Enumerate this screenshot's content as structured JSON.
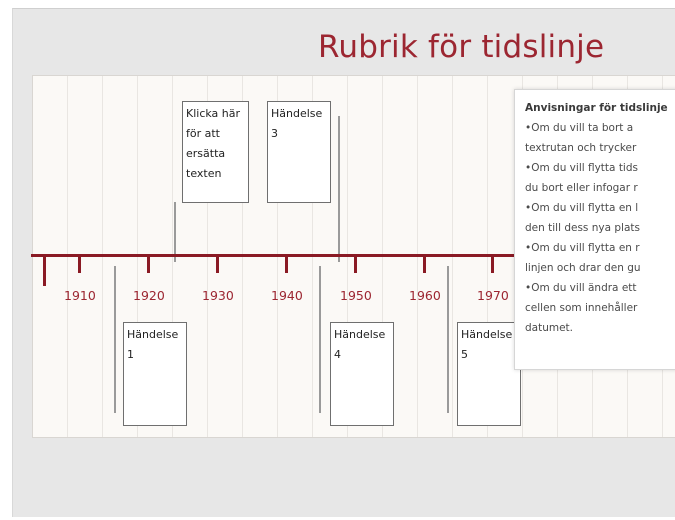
{
  "title": "Rubrik för tidslinje",
  "axis_years": [
    "1910",
    "1920",
    "1930",
    "1940",
    "1950",
    "1960",
    "1970"
  ],
  "events": {
    "e0": "Klicka här för att ersätta texten",
    "e3": "Händelse 3",
    "e1": "Händelse 1",
    "e4": "Händelse 4",
    "e5": "Händelse 5"
  },
  "instructions": {
    "heading": "Anvisningar för tidslinje",
    "lines": [
      "•Om du vill ta bort a",
      "textrutan och trycker",
      "•Om du vill flytta tids",
      "du bort eller infogar r",
      "•Om du vill flytta en l",
      "den till dess nya plats",
      "•Om du vill flytta en r",
      "linjen och drar den gu",
      "•Om du vill ändra ett",
      "cellen som innehåller",
      "datumet."
    ]
  },
  "colors": {
    "accent": "#9c2631",
    "axis": "#8a1a24"
  }
}
